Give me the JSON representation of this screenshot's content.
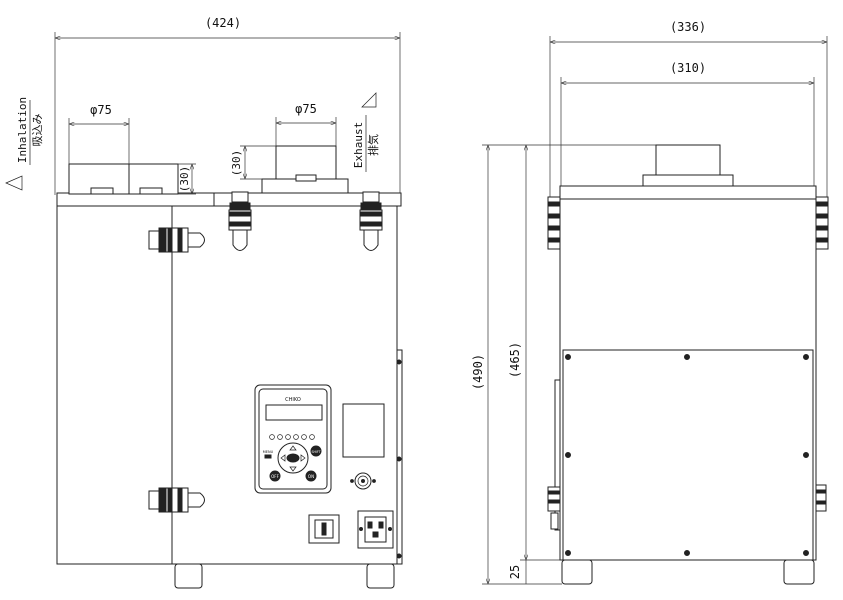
{
  "front_view": {
    "width_label": "(424)",
    "inlet_dia_label": "φ75",
    "outlet_dia_label": "φ75",
    "inlet_height_label": "(30)",
    "outlet_height_label": "(30)",
    "inhalation_en": "Inhalation",
    "inhalation_jp": "吸込み",
    "exhaust_en": "Exhaust",
    "exhaust_jp": "排気",
    "brand_logo": "CHIKO",
    "btn_off": "OFF",
    "btn_on": "ON",
    "btn_menu": "MENU",
    "btn_shift": "SHIFT"
  },
  "side_view": {
    "width_label": "(336)",
    "inner_width_label": "(310)",
    "total_height_label": "(490)",
    "body_height_label": "(465)",
    "foot_height_label": "25"
  }
}
